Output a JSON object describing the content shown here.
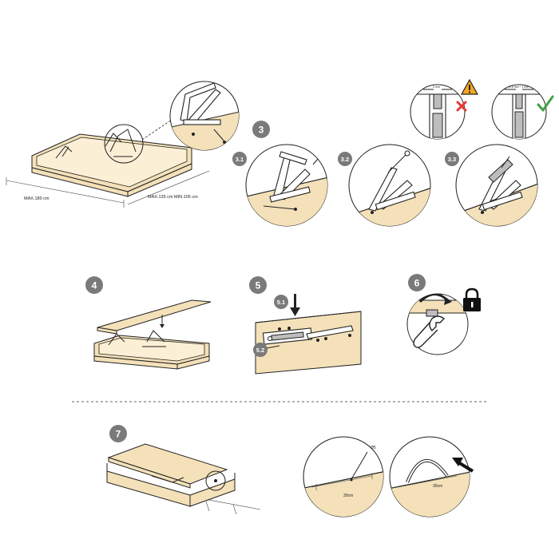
{
  "steps": {
    "s3": "3",
    "s3_1": "3.1",
    "s3_2": "3.2",
    "s3_3": "3.3",
    "s4": "4",
    "s5": "5",
    "s5_1": "5.1",
    "s5_2": "5.2",
    "s6": "6",
    "s7": "7"
  },
  "dimensions": {
    "max_length": "MAX.180 cm",
    "width_range": "MAX.135 cm MIN.105 cm",
    "distance_30a": "30cm",
    "distance_30b": "30cm",
    "hole_diameter": "Ø5",
    "gap_small": "2 mm",
    "gap_ok": "≈0.5 mm ÷ 1 mm"
  },
  "colors": {
    "wood": "#f4e1b9",
    "step_badge": "#7a7a7a",
    "warning": "#f5a623",
    "error": "#e53935",
    "ok": "#43a047"
  },
  "icons": [
    "warning-icon",
    "error-x-icon",
    "check-icon",
    "lock-icon",
    "wrench-icon",
    "arrow-down-icon",
    "arrow-push-icon"
  ]
}
